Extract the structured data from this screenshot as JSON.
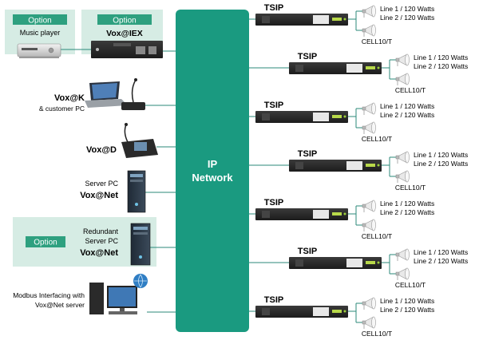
{
  "network": {
    "line1": "IP",
    "line2": "Network"
  },
  "colors": {
    "network_fill": "#1a9a80",
    "option_panel": "#d6ece4",
    "option_badge": "#2ea07f",
    "line": "#2b8a7a",
    "device_dark": "#2a2a2a"
  },
  "left_devices": [
    {
      "id": "music-player",
      "option": "Option",
      "label": "Music player",
      "bold": ""
    },
    {
      "id": "vox-iex",
      "option": "Option",
      "label": "",
      "bold": "Vox@IEX"
    },
    {
      "id": "vox-k",
      "option": "",
      "label": "& customer PC",
      "bold": "Vox@K"
    },
    {
      "id": "vox-d",
      "option": "",
      "label": "",
      "bold": "Vox@D"
    },
    {
      "id": "server-pc",
      "option": "",
      "label": "Server PC",
      "bold": "Vox@Net"
    },
    {
      "id": "redundant-server",
      "option": "Option",
      "label": "Redundant",
      "label2": "Server PC",
      "bold": "Vox@Net"
    },
    {
      "id": "modbus",
      "option": "",
      "label": "Modbus Interfacing with",
      "label2": "Vox@Net server",
      "bold": ""
    }
  ],
  "tsip_units": [
    {
      "title": "TSIP",
      "line1": "Line 1 / 120 Watts",
      "line2": "Line 2 / 120 Watts",
      "cell": "CELL10/T"
    },
    {
      "title": "TSIP",
      "line1": "Line 1 / 120 Watts",
      "line2": "Line 2 / 120 Watts",
      "cell": "CELL10/T"
    },
    {
      "title": "TSIP",
      "line1": "Line 1 / 120 Watts",
      "line2": "Line 2 / 120 Watts",
      "cell": "CELL10/T"
    },
    {
      "title": "TSIP",
      "line1": "Line 1 / 120 Watts",
      "line2": "Line 2 / 120 Watts",
      "cell": "CELL10/T"
    },
    {
      "title": "TSIP",
      "line1": "Line 1 / 120 Watts",
      "line2": "Line 2 / 120 Watts",
      "cell": "CELL10/T"
    },
    {
      "title": "TSIP",
      "line1": "Line 1 / 120 Watts",
      "line2": "Line 2 / 120 Watts",
      "cell": "CELL10/T"
    },
    {
      "title": "TSIP",
      "line1": "Line 1 / 120 Watts",
      "line2": "Line 2 / 120 Watts",
      "cell": "CELL10/T"
    }
  ]
}
